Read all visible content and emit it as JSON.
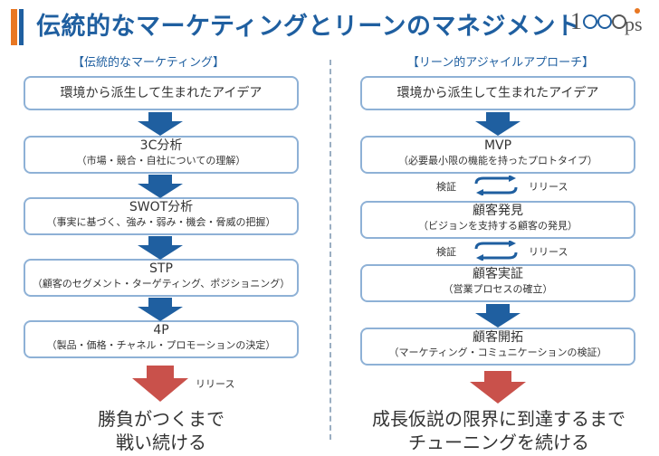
{
  "title": "伝統的なマーケティングとリーンのマネジメント",
  "logo_text": "1000ps",
  "colors": {
    "accent_blue": "#1f5fa0",
    "accent_orange": "#e87722",
    "box_border": "#8eb1d6",
    "red_arrow": "#c9514b"
  },
  "left": {
    "header": "【伝統的なマーケティング】",
    "boxes": [
      {
        "title": "環境から派生して生まれたアイデア",
        "subtitle": ""
      },
      {
        "title": "3C分析",
        "subtitle": "（市場・競合・自社についての理解）"
      },
      {
        "title": "SWOT分析",
        "subtitle": "（事実に基づく、強み・弱み・機会・脅威の把握）"
      },
      {
        "title": "STP",
        "subtitle": "（顧客のセグメント・ターゲティング、ポジショニング）"
      },
      {
        "title": "4P",
        "subtitle": "（製品・価格・チャネル・プロモーションの決定）"
      }
    ],
    "release_label": "リリース",
    "bottom_text_line1": "勝負がつくまで",
    "bottom_text_line2": "戦い続ける"
  },
  "right": {
    "header": "【リーン的アジャイルアプローチ】",
    "boxes": [
      {
        "title": "環境から派生して生まれたアイデア",
        "subtitle": ""
      },
      {
        "title": "MVP",
        "subtitle": "（必要最小限の機能を持ったプロトタイプ）"
      },
      {
        "title": "顧客発見",
        "subtitle": "（ビジョンを支持する顧客の発見）"
      },
      {
        "title": "顧客実証",
        "subtitle": "（営業プロセスの確立）"
      },
      {
        "title": "顧客開拓",
        "subtitle": "（マーケティング・コミュニケーションの検証）"
      }
    ],
    "cycles": [
      {
        "left_label": "検証",
        "right_label": "リリース"
      },
      {
        "left_label": "検証",
        "right_label": "リリース"
      }
    ],
    "bottom_text_line1": "成長仮説の限界に到達するまで",
    "bottom_text_line2": "チューニングを続ける"
  }
}
